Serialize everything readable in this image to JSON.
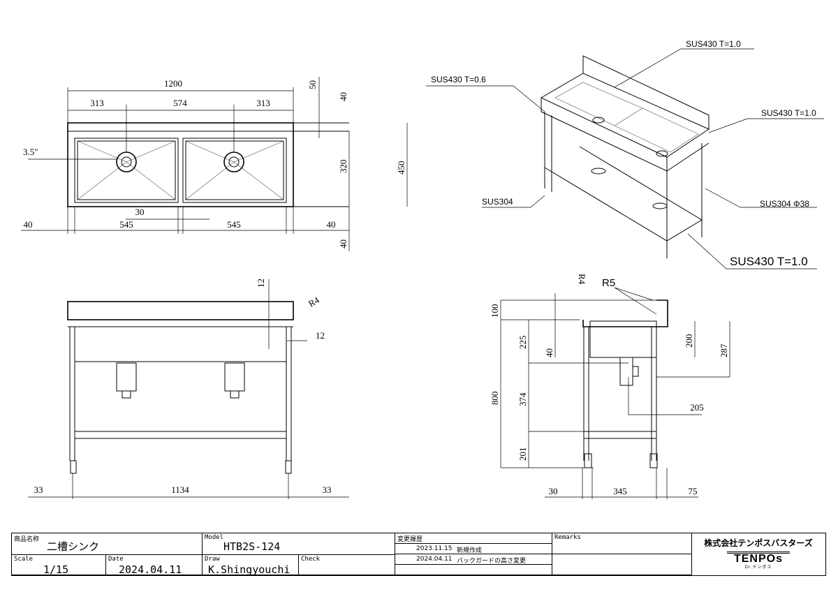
{
  "top_view": {
    "overall": "1200",
    "left": "313",
    "center": "574",
    "right": "313",
    "backguard": "50",
    "back": "40",
    "bowl_depth": "320",
    "depth": "450",
    "drain": "3.5″",
    "gap": "30",
    "edge_left": "40",
    "bowl_left": "545",
    "bowl_right": "545",
    "edge_right": "40",
    "front": "40"
  },
  "front_view": {
    "top_thk": "12",
    "radius": "R4",
    "side_thk": "12",
    "leg_left": "33",
    "span": "1134",
    "leg_right": "33"
  },
  "side_view": {
    "radius_r4": "R4",
    "radius_r5": "R5",
    "backguard": "100",
    "bowl": "225",
    "rim": "40",
    "bowl_depth": "200",
    "drain_depth": "287",
    "height": "800",
    "mid": "374",
    "shelf": "201",
    "drain_offset": "205",
    "left": "30",
    "depth": "345",
    "right": "75"
  },
  "iso_view": {
    "backguard_mat": "SUS430 T=1.0",
    "top_mat": "SUS430 T=0.6",
    "side_mat": "SUS430 T=1.0",
    "leg_mat": "SUS304",
    "pipe_mat": "SUS304 Φ38",
    "shelf_mat": "SUS430 T=1.0"
  },
  "title_block": {
    "product_label": "商品名称",
    "product": "二槽シンク",
    "model_label": "Model",
    "model": "HTB2S-124",
    "scale_label": "Scale",
    "scale": "1/15",
    "date_label": "Date",
    "date": "2024.04.11",
    "draw_label": "Draw",
    "draw": "K.Shingyouchi",
    "check_label": "Check",
    "history_label": "変更履歴",
    "history": [
      {
        "date": "2023.11.15",
        "text": "新規作成"
      },
      {
        "date": "2024.04.11",
        "text": "バックガードの高さ変更"
      }
    ],
    "remarks_label": "Remarks",
    "company": "株式会社テンポスバスターズ",
    "logo_text": "TENPOs",
    "logo_sub": "Dr.テンポス"
  }
}
